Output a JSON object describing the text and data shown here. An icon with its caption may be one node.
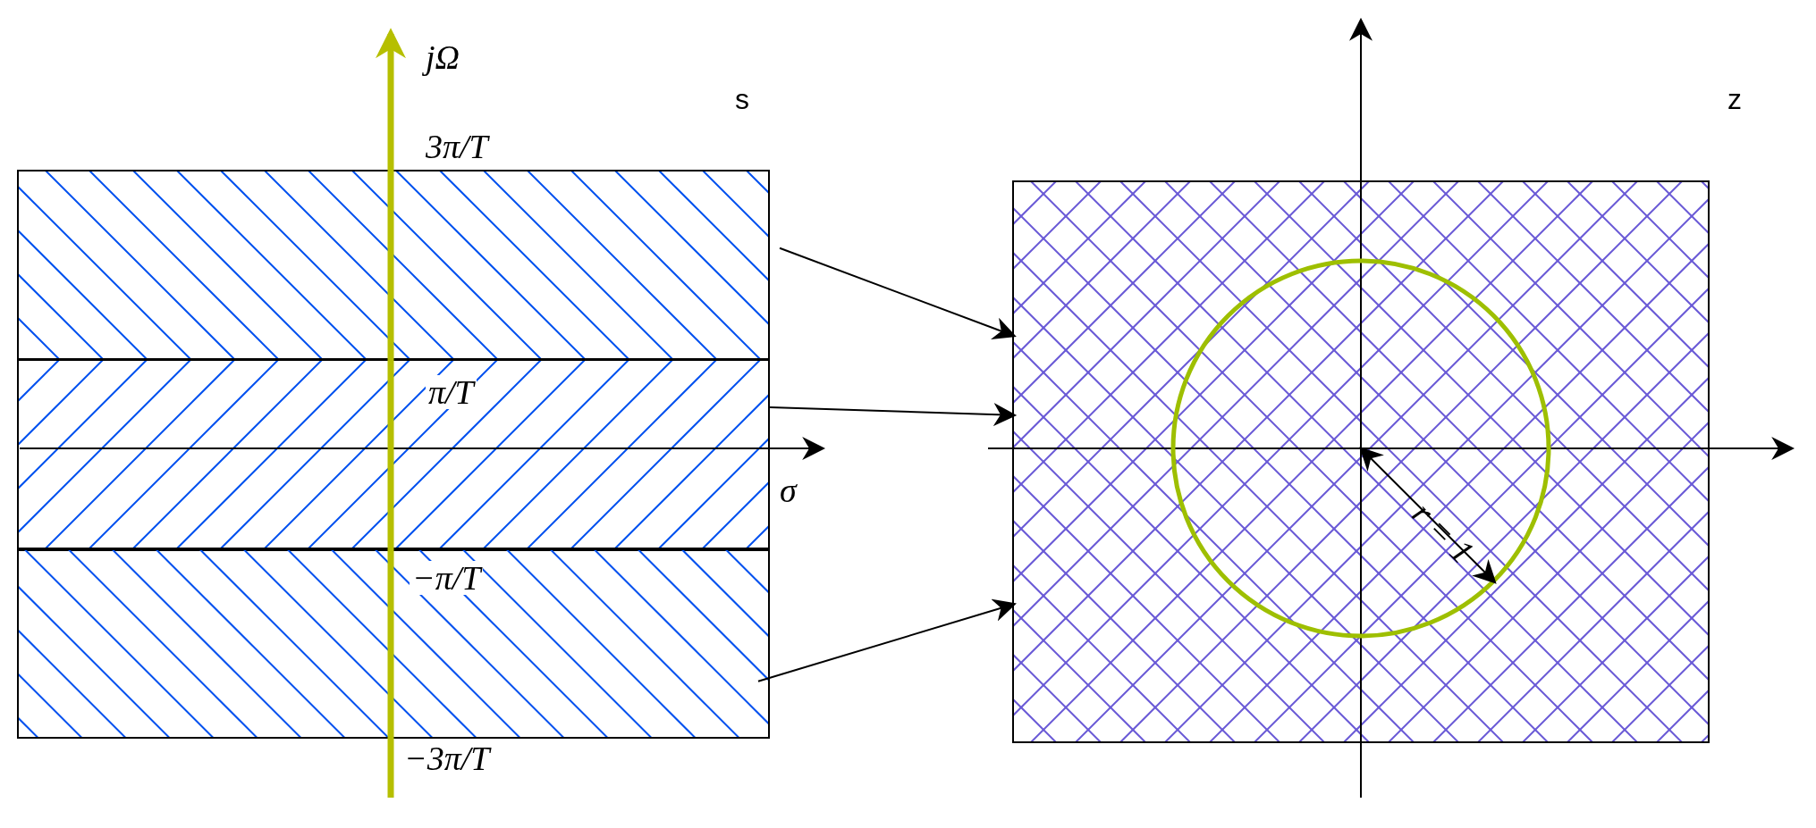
{
  "diagram": {
    "nodes": [
      {
        "text": [],
        "shape": "box"
      },
      {
        "text": [],
        "shape": "box"
      },
      {
        "text": [],
        "shape": "box"
      },
      {
        "text": [],
        "shape": "box"
      }
    ],
    "edges": [
      {
        "from": 0,
        "to": 3,
        "arrow": "to"
      },
      {
        "from": 1,
        "to": 3,
        "arrow": "to"
      },
      {
        "from": 2,
        "to": 3,
        "arrow": "to"
      }
    ],
    "labels": [
      "jΩ",
      "s",
      "3π/T",
      "π/T",
      "σ",
      "−π/T",
      "−3π/T",
      "z",
      "r = 1"
    ]
  }
}
